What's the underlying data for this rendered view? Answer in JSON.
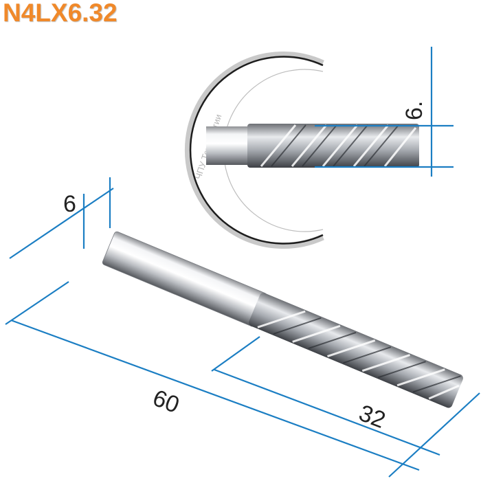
{
  "title": "N4LX6.32",
  "watermark": "ЧПУ Технологии",
  "dimensions": {
    "shank_diameter": "6",
    "cutting_diameter": "6.",
    "overall_length": "60",
    "cutting_length": "32"
  },
  "colors": {
    "title": "#f0892a",
    "dimension_lines": "#1b7ec3"
  }
}
